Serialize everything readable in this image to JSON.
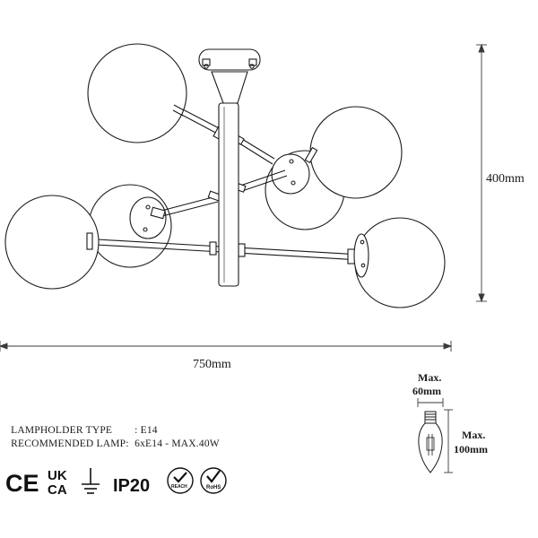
{
  "dimensions": {
    "width_label": "750mm",
    "height_label": "400mm"
  },
  "specs": {
    "lampholder_key": "LAMPHOLDER TYPE",
    "lampholder_value": ": E14",
    "recommended_key": "RECOMMENDED LAMP:",
    "recommended_value": "6xE14 - MAX.40W"
  },
  "bulb": {
    "width_line1": "Max.",
    "width_line2": "60mm",
    "height_line1": "Max.",
    "height_line2": "100mm"
  },
  "certifications": {
    "ce": "CE",
    "ukca_top": "UK",
    "ukca_bottom": "CA",
    "ip": "IP20",
    "reach": "REACH",
    "rohs": "RoHS"
  },
  "colors": {
    "line": "#1a1a1a",
    "dim_line": "#3a3a3a"
  }
}
